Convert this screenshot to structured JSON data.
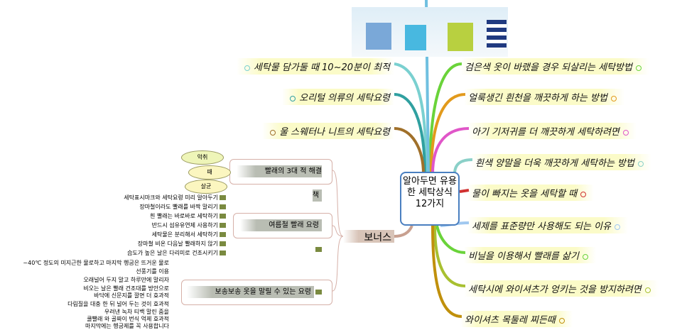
{
  "center": {
    "title": "알아두면 유용한 세탁상식 12가지"
  },
  "right_topics": [
    "검은색 옷이 바랬을 경우 되살리는 세탁방법",
    "얼룩생긴 흰천을 깨끗하게 하는 방법",
    "아기 기저귀를 더 깨끗하게 세탁하려면",
    "흰색 양말을 더욱 깨끗하게 세탁하는 방법",
    "물이 빠지는 옷을 세탁할 때",
    "세제를 표준량만 사용해도 되는 이유",
    "비닐을 이용해서 빨래를 삶기",
    "세탁시에 와이셔츠가 엉키는 것을 방지하려면",
    "와이셔츠 목둘레 찌든때"
  ],
  "left_topics": [
    "세탁물 담가둘 때 10~20분이 최적",
    "오리털 의류의 세탁요령",
    "울 스웨터나 니트의 세탁요령"
  ],
  "bonus": {
    "label": "보너스",
    "groups": [
      {
        "label": "빨래의 3대 적 해결책",
        "items": [
          "악취",
          "때",
          "살균"
        ]
      },
      {
        "label": "여름철 빨래 요령",
        "items": [
          "세탁표시마크와 세탁요령 미리 알아두기",
          "장마철이라도 빨래를 바짝 말리기",
          "흰 빨래는 바로바로 세탁하기",
          "반드시 섬유유연제 사용하기",
          "세탁물은 분리해서 세탁하기",
          "장마철 비온 다음날 빨래하지 않기",
          "습도가 높은 날은 다리미로 건조시키기"
        ]
      },
      {
        "label": "보송보송 옷을 말릴 수 있는 요령",
        "items": [
          "~40℃ 정도의 미지근한 물로하고 마지막 헹굼은 뜨거운 물로",
          "선풍기를 이용",
          "오래널어 두지 말고 하루만에 말리자",
          "비오는 날은 빨래 건조대를 방안으로",
          "바닥에 신문지를 깔면 더 효과적",
          "다림질을 대충 한 뒤 널어 두는 것이 효과적",
          "우려낸 녹차 티백 말린 줌을",
          "쿨빨래 와 골짜이 번식 억제 효과적",
          "마지막에는 헹굼제를 꼭 사용합니다"
        ]
      }
    ]
  }
}
